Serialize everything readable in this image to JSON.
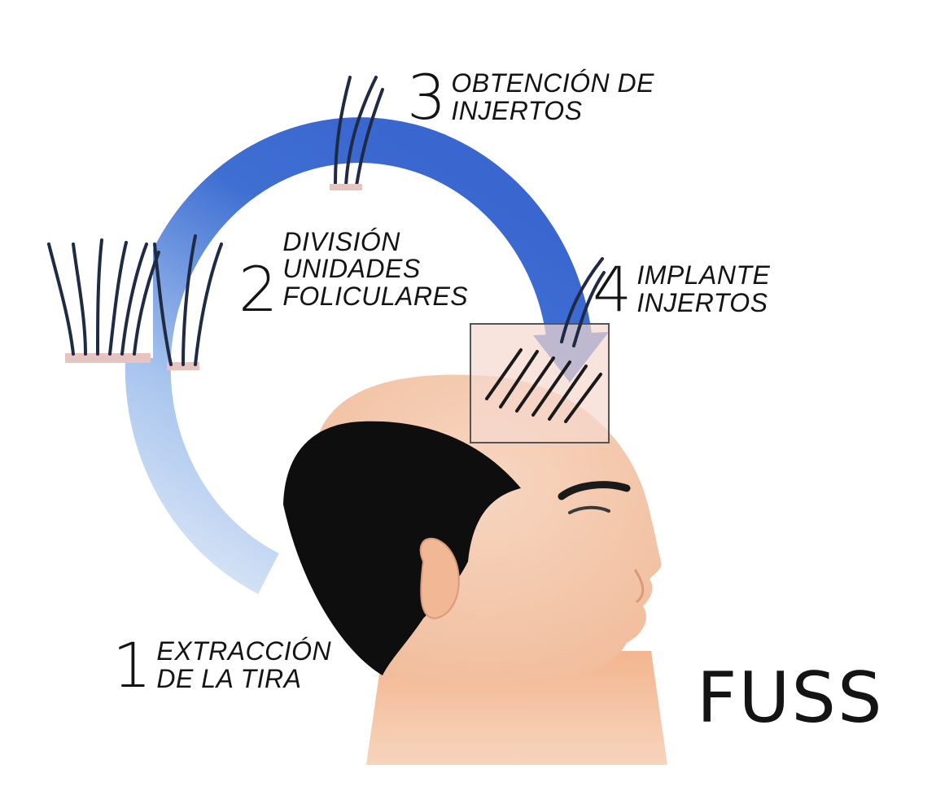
{
  "title": "FUSS",
  "steps": [
    {
      "number": "1",
      "lines": [
        "EXTRACCIÓN",
        "DE LA TIRA"
      ]
    },
    {
      "number": "2",
      "lines": [
        "DIVISIÓN",
        "UNIDADES",
        "FOLICULARES"
      ]
    },
    {
      "number": "3",
      "lines": [
        "OBTENCIÓN DE",
        "INJERTOS"
      ]
    },
    {
      "number": "4",
      "lines": [
        "IMPLANTE",
        "INJERTOS"
      ]
    }
  ],
  "colors": {
    "arrow_dark": "#3f6fd3",
    "arrow_light": "#a7c4ee",
    "skin": "#f4c9ad",
    "skin_shadow": "#f2a77d",
    "hair": "#0e0e0e",
    "text": "#141414"
  },
  "icons": [
    "hair-follicle-strip-icon",
    "curved-process-arrow-icon",
    "head-profile-icon"
  ]
}
